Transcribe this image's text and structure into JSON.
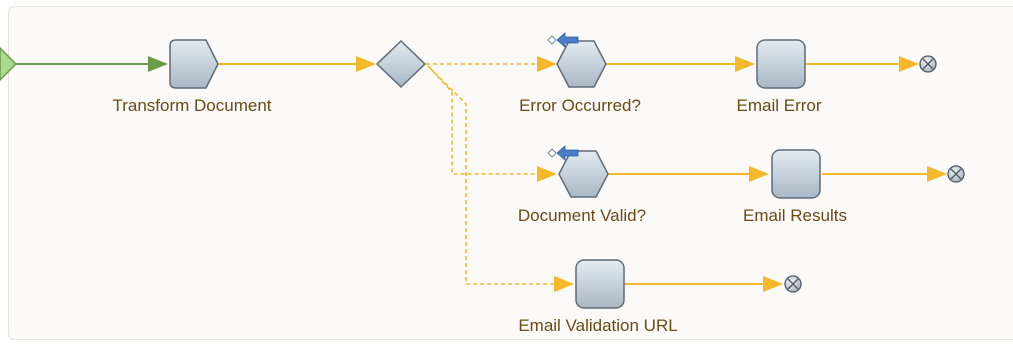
{
  "canvas": {
    "background": "#fbfaf8",
    "border": "#e7e3da"
  },
  "colors": {
    "start_flow": "#6b9a49",
    "flow": "#f4b82a",
    "node_fill_light": "#e4ebf1",
    "node_fill_dark": "#a9b8c6",
    "node_stroke": "#5f6b77",
    "label": "#6b4a14",
    "decorator_arrow": "#4a7cc7"
  },
  "nodes": {
    "transform": {
      "label": "Transform Document",
      "shape": "hexagon-step"
    },
    "gateway": {
      "label": "",
      "shape": "diamond"
    },
    "error_occurred": {
      "label": "Error Occurred?",
      "shape": "hexagon-condition"
    },
    "email_error": {
      "label": "Email Error",
      "shape": "rounded-square"
    },
    "document_valid": {
      "label": "Document Valid?",
      "shape": "hexagon-condition"
    },
    "email_results": {
      "label": "Email Results",
      "shape": "rounded-square"
    },
    "email_validation_url": {
      "label": "Email Validation URL",
      "shape": "rounded-square"
    }
  },
  "icons": {
    "start": "start-triangle-icon",
    "end": "end-circle-x-icon",
    "condition_decorator": "back-arrow-icon"
  }
}
